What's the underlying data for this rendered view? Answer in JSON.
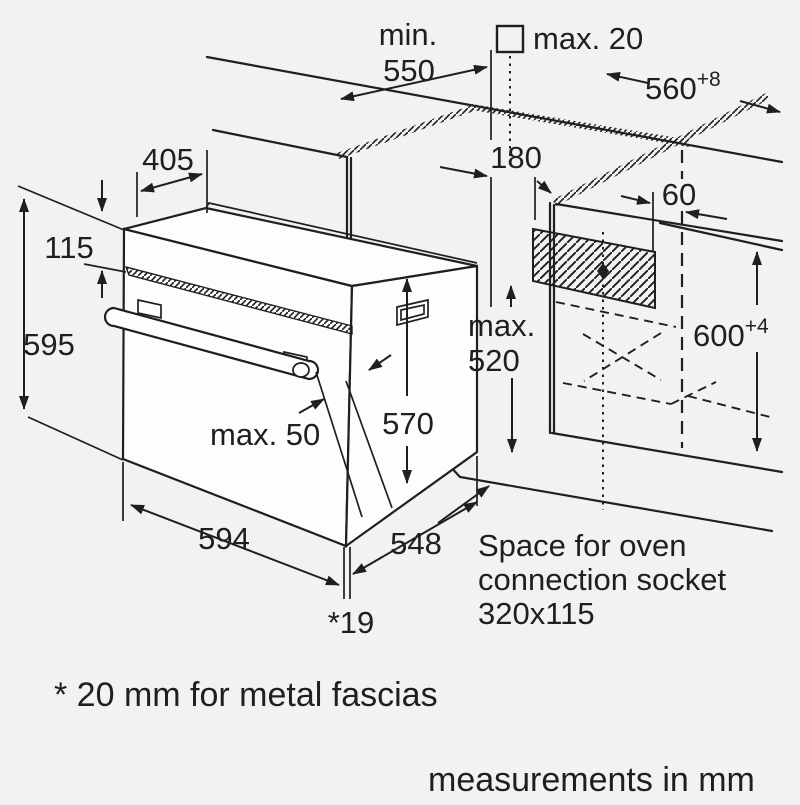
{
  "labels": {
    "min_prefix": "min.",
    "min_value": "550",
    "wall_gap": "max. 20",
    "niche_width": "560",
    "niche_width_tol": "+8",
    "panel_depth": "405",
    "panel_height": "115",
    "oven_height": "595",
    "handle_clearance": "max. 50",
    "cavity_height": "570",
    "socket_max_line1": "max.",
    "socket_max_line2": "520",
    "socket_offset": "180",
    "socket_side_gap": "60",
    "niche_height": "600",
    "niche_height_tol": "+4",
    "oven_width": "594",
    "oven_depth": "548",
    "fascia": "*19"
  },
  "socket_note": {
    "line1": "Space for oven",
    "line2": "connection socket",
    "line3": "320x115"
  },
  "footnote": "* 20 mm for metal fascias",
  "units_note": "measurements in mm",
  "colors": {
    "line": "#1f1f1f",
    "background": "#f2f2f0"
  }
}
